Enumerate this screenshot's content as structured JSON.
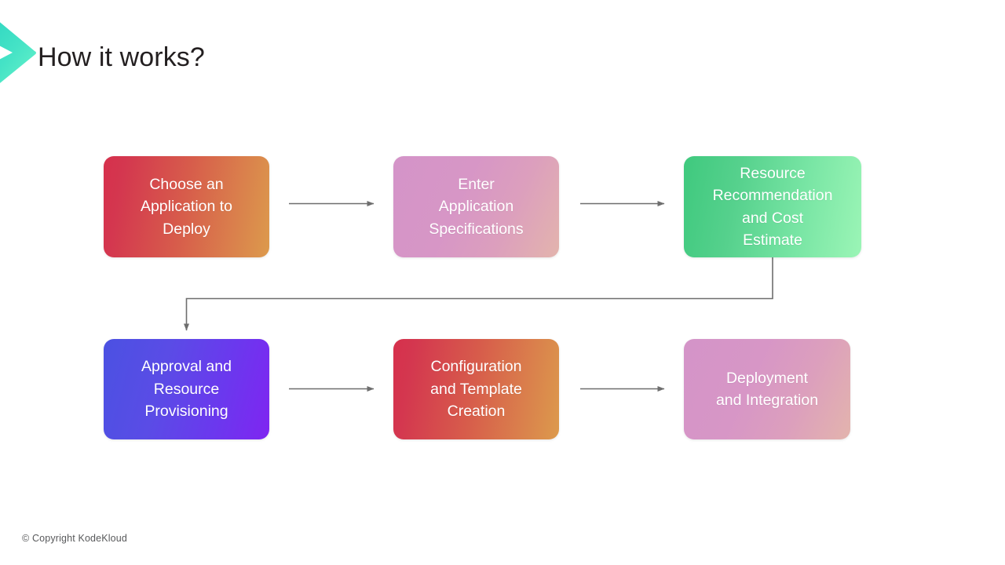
{
  "slide": {
    "title": "How it works?",
    "logo_icon": "chevron-right-logo",
    "logo_color_start": "#2ad4c2",
    "logo_color_end": "#5ff0c8",
    "background": "#ffffff",
    "footer": "© Copyright KodeKloud"
  },
  "diagram": {
    "type": "flowchart",
    "orientation": "left-to-right, two rows with wrap connector",
    "connector_color": "#6e6e6e",
    "nodes": [
      {
        "id": "node-1",
        "order": 1,
        "label": "Choose an\nApplication to\nDeploy",
        "gradient_from": "#d6304c",
        "gradient_to": "#dc9a4c",
        "text_color": "#ffffff",
        "row": 1,
        "column": 1
      },
      {
        "id": "node-2",
        "order": 2,
        "label": "Enter\nApplication\nSpecifications",
        "gradient_from": "#d494c8",
        "gradient_to": "#e3b4ad",
        "text_color": "#ffffff",
        "row": 1,
        "column": 2
      },
      {
        "id": "node-3",
        "order": 3,
        "label": "Resource\nRecommendation\nand Cost\nEstimate",
        "gradient_from": "#3fc97e",
        "gradient_to": "#9bf5b6",
        "text_color": "#ffffff",
        "row": 1,
        "column": 3
      },
      {
        "id": "node-4",
        "order": 4,
        "label": "Approval and\nResource\nProvisioning",
        "gradient_from": "#4b51e2",
        "gradient_to": "#7f25f1",
        "text_color": "#ffffff",
        "row": 2,
        "column": 1
      },
      {
        "id": "node-5",
        "order": 5,
        "label": "Configuration\nand Template\nCreation",
        "gradient_from": "#d6304c",
        "gradient_to": "#dc9a4c",
        "text_color": "#ffffff",
        "row": 2,
        "column": 2
      },
      {
        "id": "node-6",
        "order": 6,
        "label": "Deployment\nand Integration",
        "gradient_from": "#d494c8",
        "gradient_to": "#e3b4ad",
        "text_color": "#ffffff",
        "row": 2,
        "column": 3
      }
    ],
    "edges": [
      {
        "id": "edge-1-2",
        "from": "node-1",
        "to": "node-2",
        "style": "straight-arrow"
      },
      {
        "id": "edge-2-3",
        "from": "node-2",
        "to": "node-3",
        "style": "straight-arrow"
      },
      {
        "id": "edge-3-4",
        "from": "node-3",
        "to": "node-4",
        "style": "elbow-wrap-arrow"
      },
      {
        "id": "edge-4-5",
        "from": "node-4",
        "to": "node-5",
        "style": "straight-arrow"
      },
      {
        "id": "edge-5-6",
        "from": "node-5",
        "to": "node-6",
        "style": "straight-arrow"
      }
    ]
  }
}
